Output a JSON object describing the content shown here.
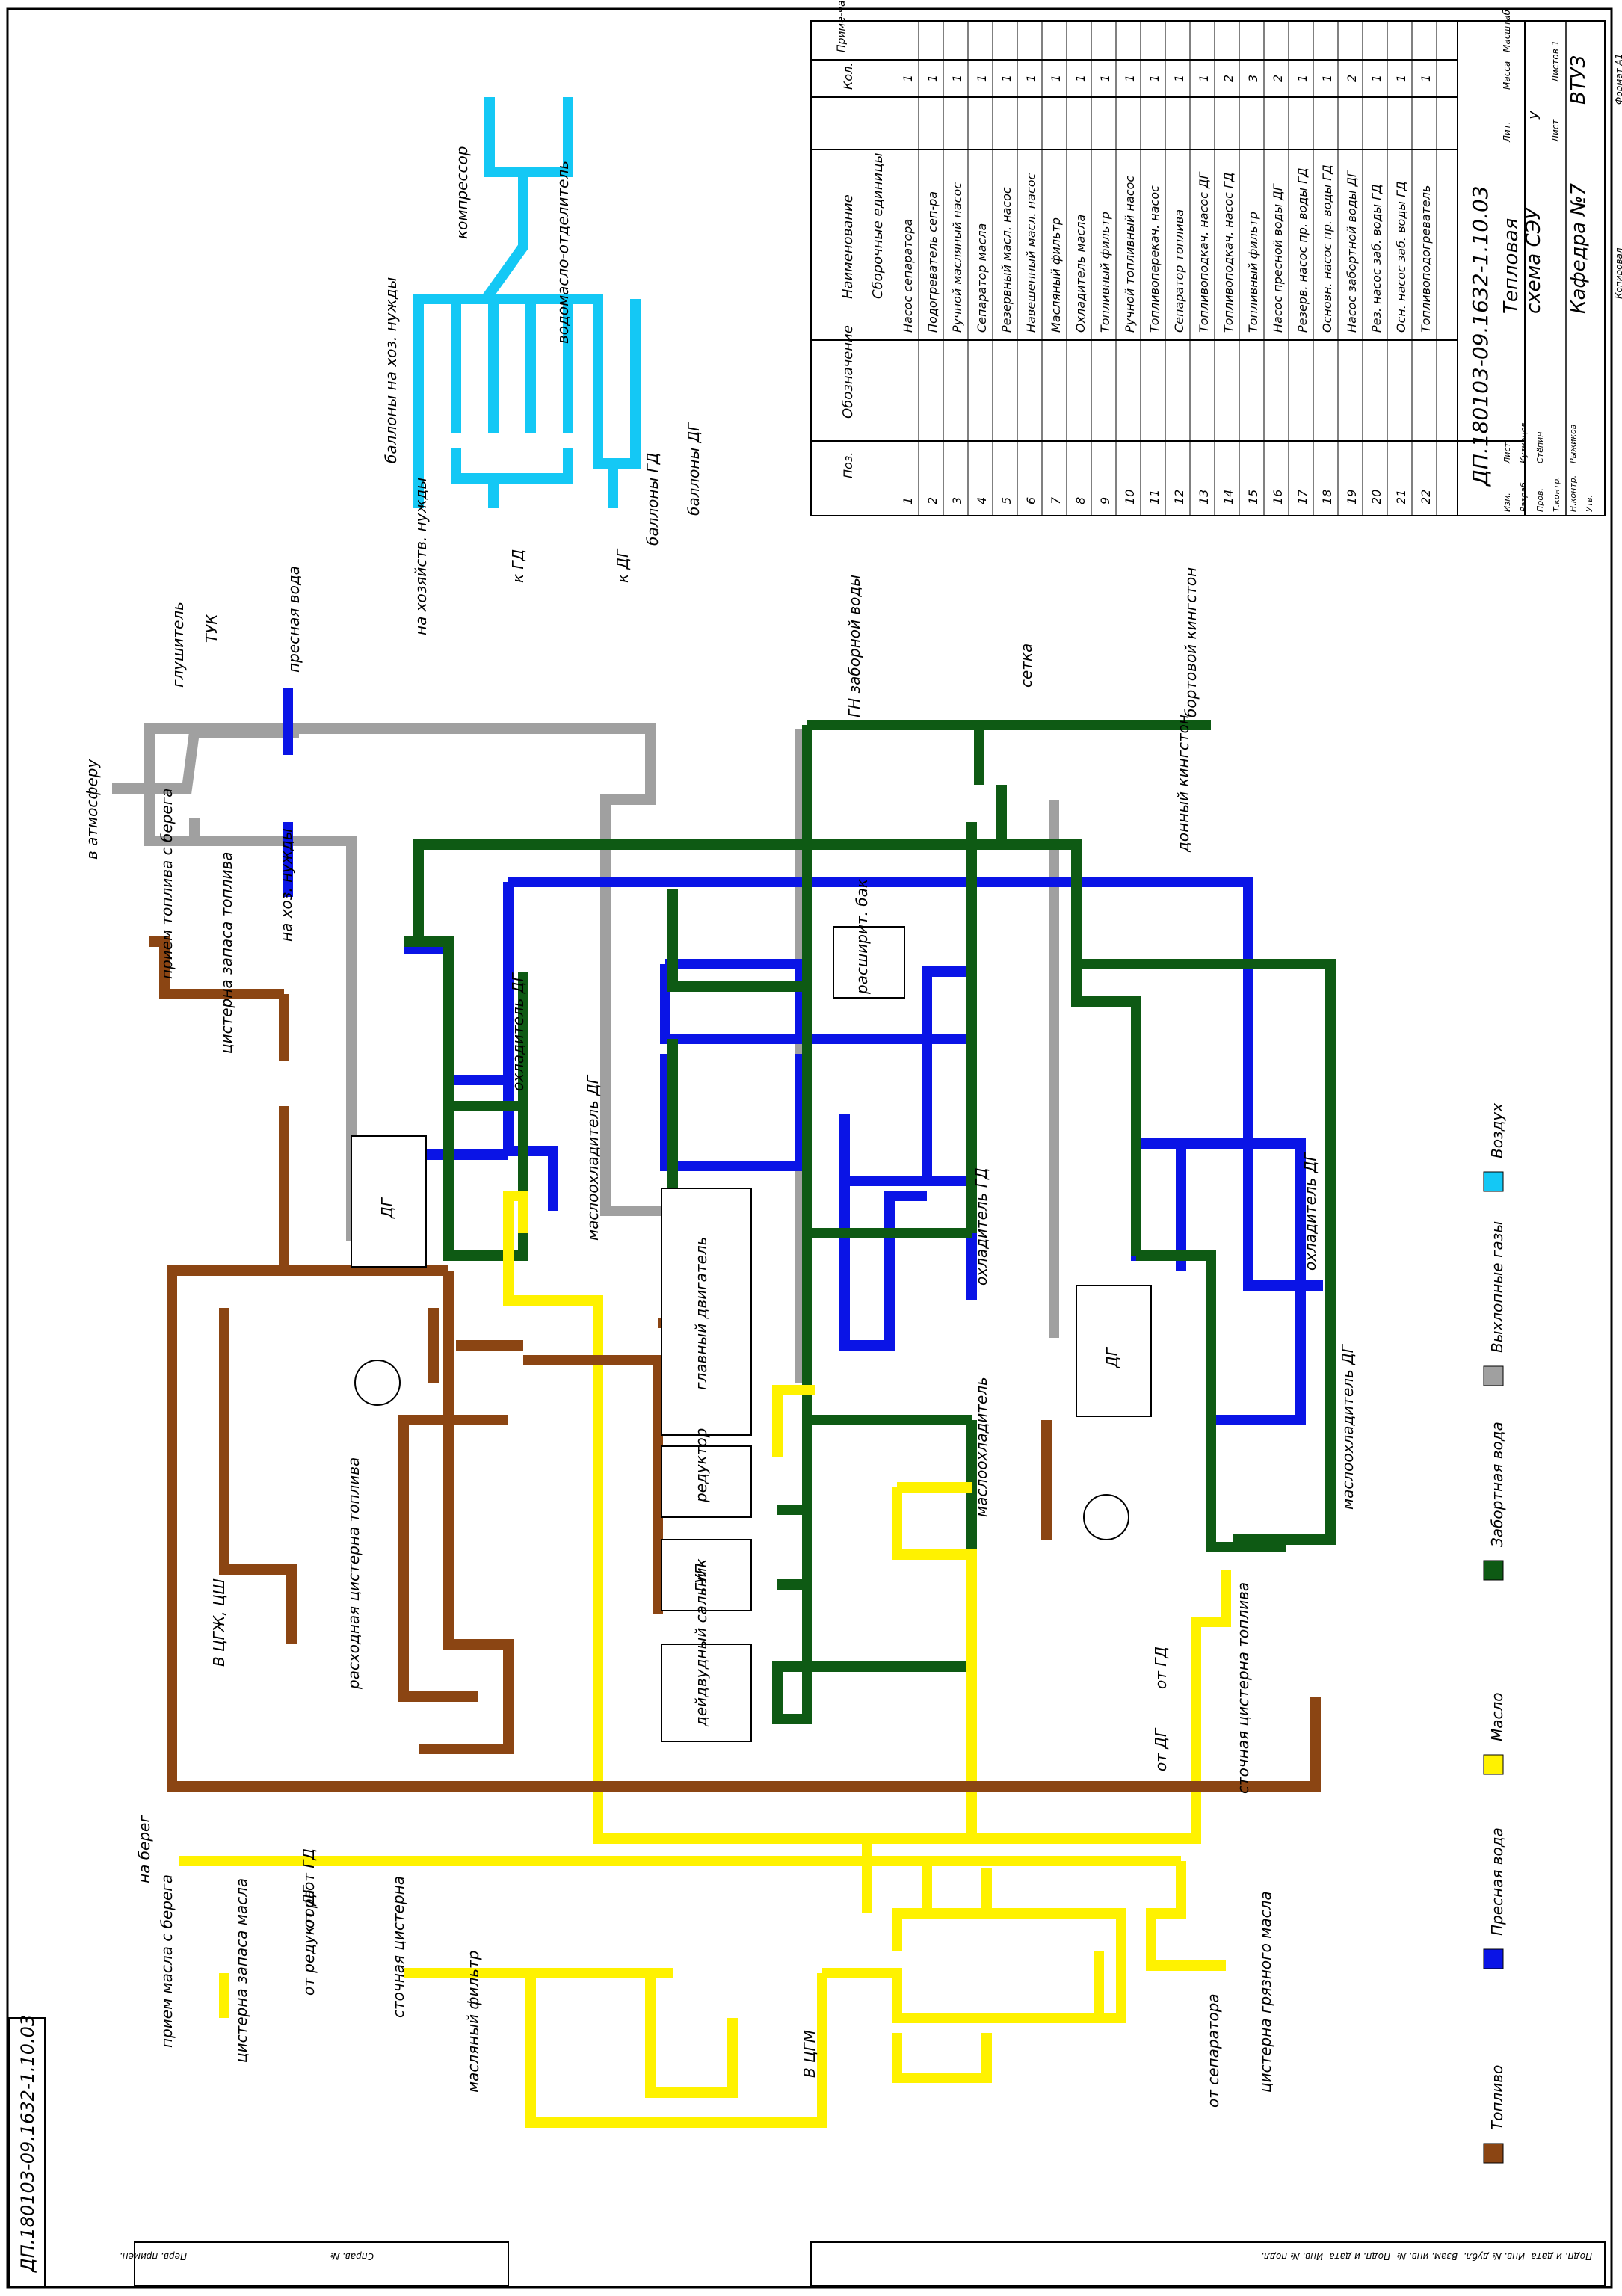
{
  "colors": {
    "fuel": "#8B4513",
    "fresh_water": "#0A14E6",
    "sea_water": "#0E5A14",
    "exhaust": "#A0A0A0",
    "air": "#14C8F5",
    "oil": "#FFF200",
    "line": "#000000"
  },
  "legend": [
    {
      "key": "fuel",
      "label": "Топливо"
    },
    {
      "key": "fresh_water",
      "label": "Пресная вода"
    },
    {
      "key": "oil",
      "label": "Масло"
    },
    {
      "key": "sea_water",
      "label": "Забортная вода"
    },
    {
      "key": "exhaust",
      "label": "Выхлопные газы"
    },
    {
      "key": "air",
      "label": "Воздух"
    }
  ],
  "title_block": {
    "doc_code": "ДП.180103-09.1632-1.10.03",
    "doc_code_stamp": "ДП.180103-09.1632-1.10.03",
    "title_lines": [
      "Тепловая",
      "схема СЭУ"
    ],
    "org": "ВТУЗ",
    "dept": "Кафедра №7",
    "stage_header": "Лит.",
    "stage": "У",
    "mass_header": "Масса",
    "scale_header": "Масштаб",
    "sheet": "Лист",
    "sheets": "Листов 1",
    "format": "Формат  А1",
    "copied": "Копировал",
    "sign_rows": [
      {
        "role": "Изм.",
        "name": "Лист"
      },
      {
        "role": "Разраб.",
        "name": "Кузнецов"
      },
      {
        "role": "Пров.",
        "name": "Стёпин"
      },
      {
        "role": "Т.контр.",
        "name": ""
      },
      {
        "role": "Н.контр.",
        "name": "Рыжиков"
      },
      {
        "role": "Утв.",
        "name": ""
      }
    ]
  },
  "spec": {
    "headers": [
      "Поз.",
      "Обозначение",
      "Наименование",
      "Кол.",
      "Приме-чание"
    ],
    "section": "Сборочные единицы",
    "rows": [
      {
        "pos": "1",
        "name": "Насос сепаратора",
        "qty": "1"
      },
      {
        "pos": "2",
        "name": "Подогреватель сеп-ра",
        "qty": "1"
      },
      {
        "pos": "3",
        "name": "Ручной масляный насос",
        "qty": "1"
      },
      {
        "pos": "4",
        "name": "Сепаратор масла",
        "qty": "1"
      },
      {
        "pos": "5",
        "name": "Резервный масл. насос",
        "qty": "1"
      },
      {
        "pos": "6",
        "name": "Навешенный масл. насос",
        "qty": "1"
      },
      {
        "pos": "7",
        "name": "Масляный фильтр",
        "qty": "1"
      },
      {
        "pos": "8",
        "name": "Охладитель масла",
        "qty": "1"
      },
      {
        "pos": "9",
        "name": "Топливный фильтр",
        "qty": "1"
      },
      {
        "pos": "10",
        "name": "Ручной топливный насос",
        "qty": "1"
      },
      {
        "pos": "11",
        "name": "Топливоперекач. насос",
        "qty": "1"
      },
      {
        "pos": "12",
        "name": "Сепаратор топлива",
        "qty": "1"
      },
      {
        "pos": "13",
        "name": "Топливоподкач. насос ДГ",
        "qty": "1"
      },
      {
        "pos": "14",
        "name": "Топливоподкач. насос ГД",
        "qty": "2"
      },
      {
        "pos": "15",
        "name": "Топливный фильтр",
        "qty": "3"
      },
      {
        "pos": "16",
        "name": "Насос пресной воды ДГ",
        "qty": "2"
      },
      {
        "pos": "17",
        "name": "Резерв. насос пр. воды ГД",
        "qty": "1"
      },
      {
        "pos": "18",
        "name": "Основн. насос пр. воды ГД",
        "qty": "1"
      },
      {
        "pos": "19",
        "name": "Насос забортной воды ДГ",
        "qty": "2"
      },
      {
        "pos": "20",
        "name": "Рез. насос заб. воды ГД",
        "qty": "1"
      },
      {
        "pos": "21",
        "name": "Осн. насос заб. воды ГД",
        "qty": "1"
      },
      {
        "pos": "22",
        "name": "Топливоподогреватель",
        "qty": "1"
      }
    ]
  },
  "labels": {
    "compressor": "компрессор",
    "water_oil_sep": "водомасло-отделитель",
    "cyl_household": "баллоны на хоз. нужды",
    "cyl_gd": "баллоны ГД",
    "cyl_dg": "баллоны ДГ",
    "to_household": "на хозяйств. нужды",
    "to_gd": "к ГД",
    "to_dg": "к ДГ",
    "silencer": "глушитель",
    "tuk": "ТУК",
    "fresh_water_in": "пресная вода",
    "to_atmosphere": "в атмосферу",
    "household_needs": "на хоз. нужды",
    "fuel_intake": "прием топлива с берега",
    "fuel_reserve_tank": "цистерна запаса топлива",
    "service_tank": "расходная цистерна топлива",
    "to_cgsh": "В ЦГЖ, ЦШ",
    "dg": "ДГ",
    "main_engine": "главный двигатель",
    "reducer": "редуктор",
    "gup": "ГУП",
    "stern_seal": "дейдвудный сальник",
    "expansion_tank": "расширит. бак",
    "oil_cooler": "маслоохладитель",
    "cooler_gd": "охладитель ГД",
    "cooler_dg": "охладитель ДГ",
    "oil_cooler_dg": "маслоохладитель ДГ",
    "gn_sea_water": "ГН заборной воды",
    "strainer": "сетка",
    "bottom_kingston": "донный кингстон",
    "side_kingston": "бортовой кингстон",
    "from_gd": "от ГД",
    "from_dg": "от ДГ",
    "from_reducer": "от редуктора",
    "fuel_drain_tank": "сточная цистерна топлива",
    "oil_drain_tank": "сточная цистерна",
    "oil_intake": "прием масла с берега",
    "oil_reserve_tank": "цистерна запаса масла",
    "oil_filter": "масляный фильтр",
    "to_cgm": "В ЦГМ",
    "to_shore": "на берег",
    "from_separator": "от сепаратора",
    "dirty_oil_tank": "цистерна грязного масла"
  },
  "stamp_cells": [
    "Подп. и дата",
    "Инв. № дубл.",
    "Взам. инв. №",
    "Подп. и дата",
    "Инв. № подл.",
    "Справ. №",
    "Перв. примен."
  ]
}
